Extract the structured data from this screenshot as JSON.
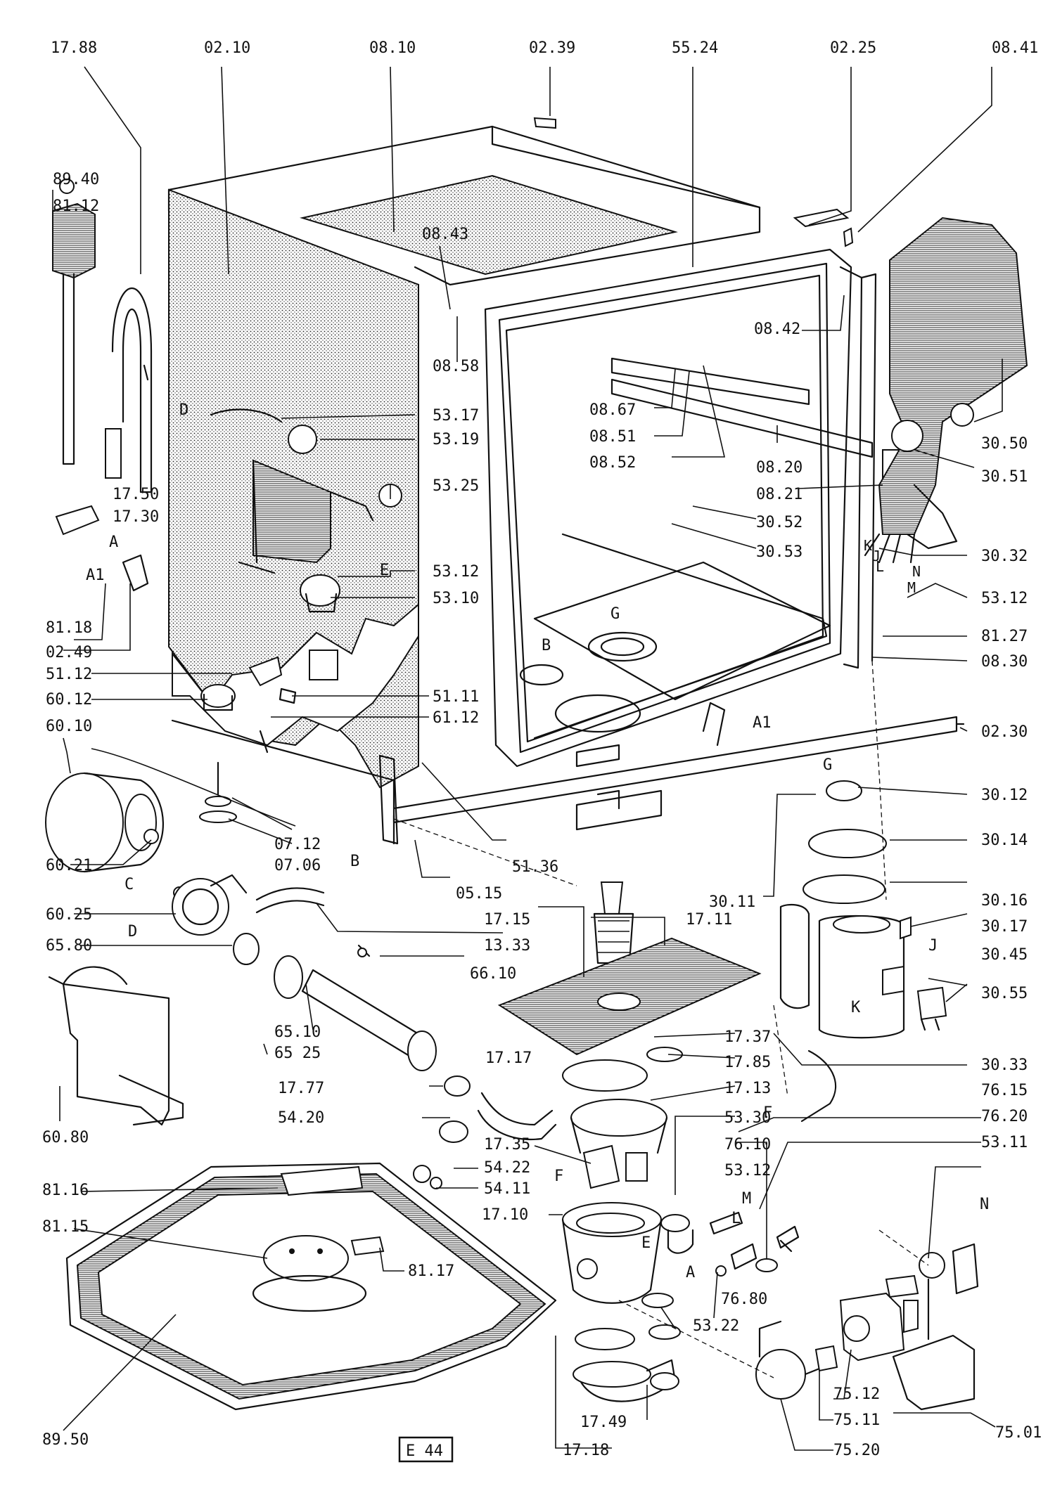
{
  "diagram": {
    "page_code": "E 44",
    "labels": {
      "l1788": "17.88",
      "l0210": "02.10",
      "l0810": "08.10",
      "l0239": "02.39",
      "l5524": "55.24",
      "l0225": "02.25",
      "l0841": "08.41",
      "l8940": "89.40",
      "l8112": "81.12",
      "l0843": "08.43",
      "l0842": "08.42",
      "l0858": "08.58",
      "l5317": "53.17",
      "l5319": "53.19",
      "l0867": "08.67",
      "l0851": "08.51",
      "l0852": "08.52",
      "l0820": "08.20",
      "l3050": "30.50",
      "l3051": "30.51",
      "l1750": "17.50",
      "l1730": "17.30",
      "l5325": "53.25",
      "l0821": "08.21",
      "l3052": "30.52",
      "l3053": "30.53",
      "l3032": "30.32",
      "l5312a": "53.12",
      "l5310": "53.10",
      "l5312b": "53.12",
      "l8118": "81.18",
      "l0249": "02.49",
      "l8127": "81.27",
      "l0830": "08.30",
      "l5112": "51.12",
      "l5111": "51.11",
      "l6012": "60.12",
      "l6112": "61.12",
      "l6010": "60.10",
      "l0230": "02.30",
      "l3012": "30.12",
      "l0712": "07.12",
      "l0706": "07.06",
      "l5136": "51.36",
      "l3014": "30.14",
      "l6021": "60.21",
      "l0515": "05.15",
      "l3011": "30.11",
      "l3016": "30.16",
      "l6025": "60.25",
      "l1715": "17.15",
      "l1711": "17.11",
      "l3017": "30.17",
      "l6580": "65.80",
      "l1333": "13.33",
      "l3045": "30.45",
      "l6610": "66.10",
      "l3055": "30.55",
      "l6510": "65.10",
      "l6525": "65 25",
      "l1737": "17.37",
      "l1717": "17.17",
      "l1785": "17.85",
      "l1777": "17.77",
      "l1713": "17.13",
      "l3033": "30.33",
      "l5420": "54.20",
      "l5330": "53.30",
      "l7615": "76.15",
      "l7620": "76.20",
      "l6080": "60.80",
      "l1735": "17.35",
      "l7610": "76.10",
      "l5422": "54.22",
      "l5312c": "53.12",
      "l5311": "53.11",
      "l8116": "81.16",
      "l5411": "54.11",
      "l1710": "17.10",
      "l8115": "81.15",
      "l8117": "81.17",
      "l7680": "76.80",
      "l5322": "53.22",
      "l7512": "75.12",
      "l7511": "75.11",
      "l7501": "75.01",
      "l8950": "89.50",
      "l1749": "17.49",
      "l1718": "17.18",
      "l7520": "75.20"
    },
    "letters": {
      "D1": "D",
      "A1": "A",
      "A1b": "A1",
      "E1": "E",
      "G1": "G",
      "B1": "B",
      "K1": "K",
      "J1": "J",
      "L1": "L",
      "N1": "N",
      "M1": "M",
      "A2": "A1",
      "G2": "G",
      "B2": "B",
      "C1": "C",
      "D2": "D",
      "J2": "J",
      "K2": "K",
      "F1": "F",
      "F2": "F",
      "M2": "M",
      "L2": "L",
      "E2": "E",
      "A3": "A",
      "N2": "N"
    }
  }
}
